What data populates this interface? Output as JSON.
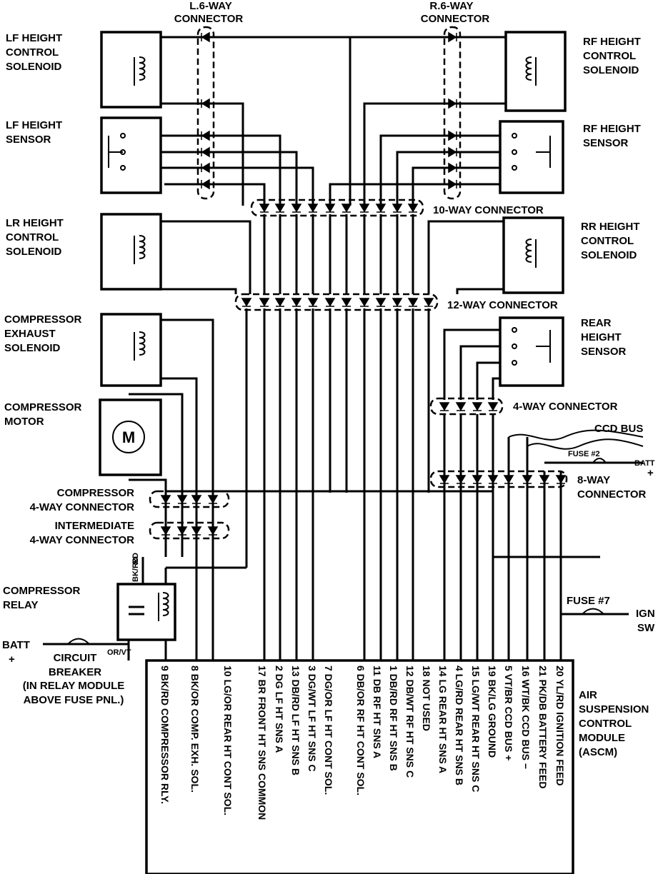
{
  "title_connectors": {
    "l6": [
      "L.6-WAY",
      "CONNECTOR"
    ],
    "r6": [
      "R.6-WAY",
      "CONNECTOR"
    ]
  },
  "components": {
    "lf_solenoid": [
      "LF HEIGHT",
      "CONTROL",
      "SOLENOID"
    ],
    "rf_solenoid": [
      "RF HEIGHT",
      "CONTROL",
      "SOLENOID"
    ],
    "lf_sensor": [
      "LF HEIGHT",
      "SENSOR"
    ],
    "rf_sensor": [
      "RF HEIGHT",
      "SENSOR"
    ],
    "lr_solenoid": [
      "LR HEIGHT",
      "CONTROL",
      "SOLENOID"
    ],
    "rr_solenoid": [
      "RR HEIGHT",
      "CONTROL",
      "SOLENOID"
    ],
    "exhaust_solenoid": [
      "COMPRESSOR",
      "EXHAUST",
      "SOLENOID"
    ],
    "rear_sensor": [
      "REAR",
      "HEIGHT",
      "SENSOR"
    ],
    "compressor_motor": [
      "COMPRESSOR",
      "MOTOR"
    ],
    "motor_symbol": "M",
    "compressor_relay": [
      "COMPRESSOR",
      "RELAY"
    ],
    "ascm": [
      "AIR",
      "SUSPENSION",
      "CONTROL",
      "MODULE",
      "(ASCM)"
    ]
  },
  "connectors": {
    "c10": "10-WAY CONNECTOR",
    "c12": "12-WAY CONNECTOR",
    "c4": "4-WAY CONNECTOR",
    "ccd_bus": "CCD BUS",
    "fuse2": "FUSE #2",
    "batt_small": "BATT",
    "plus": "+",
    "c8": [
      "8-WAY",
      "CONNECTOR"
    ],
    "comp4": [
      "COMPRESSOR",
      "4-WAY CONNECTOR"
    ],
    "inter4": [
      "INTERMEDIATE",
      "4-WAY CONNECTOR"
    ]
  },
  "wire_codes": {
    "rd": "RD",
    "bk_rd": "BK/RD",
    "or_vt": "OR/VT"
  },
  "power": {
    "batt": "BATT",
    "plus": "+",
    "circuit_breaker": [
      "CIRCUIT",
      "BREAKER"
    ],
    "note": [
      "(IN RELAY MODULE",
      "ABOVE FUSE PNL.)"
    ],
    "fuse7": "FUSE #7",
    "ign": [
      "IGN",
      "SW"
    ]
  },
  "ascm_pins": [
    "9 BK/RD COMPRESSOR RLY.",
    "8 BK/OR COMP. EXH. SOL.",
    "10 LG/OR REAR HT CONT SOL.",
    "17 BR FRONT HT SNS COMMON",
    "2 DG LF HT SNS A",
    "13 DB/RD LF HT SNS B",
    "3 DG/WT LF HT SNS C",
    "7 DG/OR LF HT CONT SOL.",
    "6 DB/OR RF HT CONT SOL.",
    "11 DB RF HT SNS A",
    "1 DB/RD RF HT SNS B",
    "12 DB/WT RF HT SNS C",
    "18 NOT USED",
    "14 LG REAR HT SNS A",
    "4 LG/RD REAR HT SNS B",
    "15 LG/WT REAR HT SNS C",
    "19 BK/LG GROUND",
    "5 VT/BR CCD BUS +",
    "16 WT/BK CCD BUS −",
    "21 PK/DB BATTERY FEED",
    "20 YL/RD IGNITION FEED"
  ]
}
